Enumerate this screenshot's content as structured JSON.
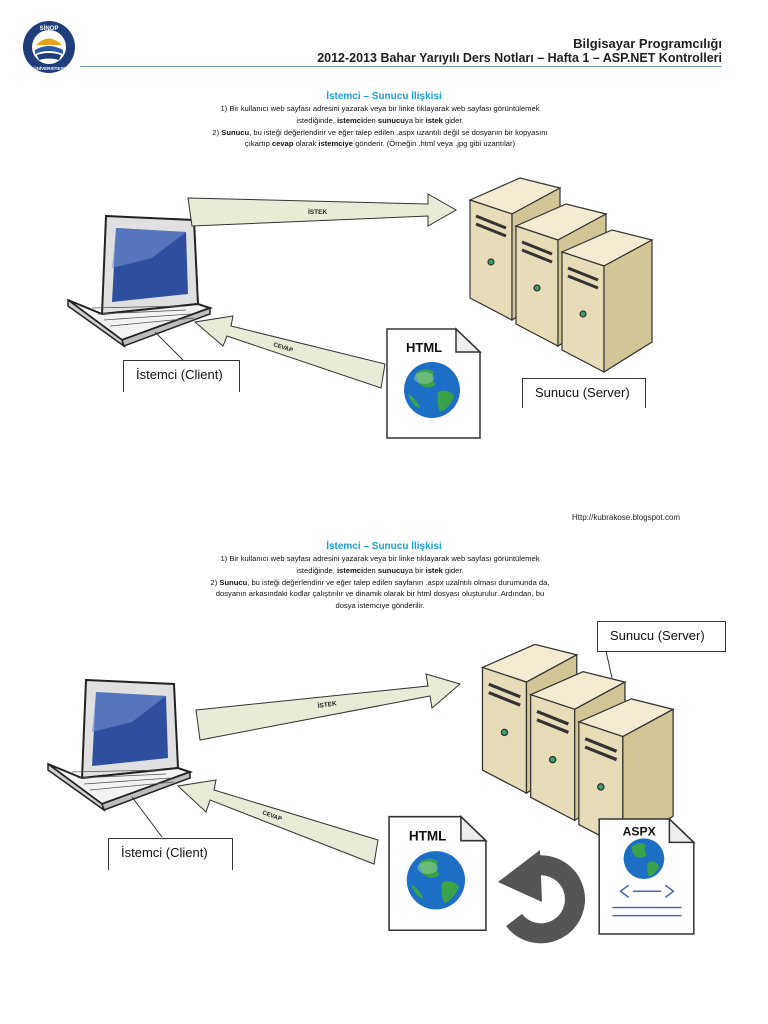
{
  "header": {
    "line1": "Bilgisayar Programcılığı",
    "line2": "2012-2013 Bahar Yarıyılı Ders Notları – Hafta 1 – ASP.NET Kontrolleri",
    "logo_top_text": "SİNOP",
    "logo_bottom_text": "ÜNİVERSİTESİ",
    "logo_year": "2007"
  },
  "section1": {
    "title": "İstemci – Sunucu İlişkisi",
    "p1_a": "1) Bir kullanıcı web sayfası adresini yazarak veya bir linke tıklayarak web sayfası görüntülemek",
    "p1_b1": "istediğinde, ",
    "p1_b2": "istemci",
    "p1_b3": "den ",
    "p1_b4": "sunucu",
    "p1_b5": "ya bir ",
    "p1_b6": "istek",
    "p1_b7": " gider.",
    "p2_a1": "2) ",
    "p2_a2": "Sunucu",
    "p2_a3": ", bu isteği değerlendirir ve eğer talep edilen .aspx uzantılı değil se dosyanın bir kopyasını",
    "p2_b1": "çıkartıp ",
    "p2_b2": "cevap",
    "p2_b3": " olarak ",
    "p2_b4": "istemciye",
    "p2_b5": " gönderir. (Örneğin .html veya .jpg gibi uzantılar)",
    "arrow_request": "İSTEK",
    "arrow_response": "CEVAP",
    "doc_label": "HTML",
    "client_label": "İstemci (Client)",
    "server_label": "Sunucu (Server)"
  },
  "footer_url": "Http://kubrakose.blogspot.com",
  "section2": {
    "title": "İstemci – Sunucu İlişkisi",
    "p1_a": "1) Bir kullanıcı web sayfası adresini yazarak veya bir linke tıklayarak web sayfası görüntülemek",
    "p1_b1": "istediğinde, ",
    "p1_b2": "istemci",
    "p1_b3": "den ",
    "p1_b4": "sunucu",
    "p1_b5": "ya bir ",
    "p1_b6": "istek",
    "p1_b7": " gider.",
    "p2_a1": "2) ",
    "p2_a2": "Sunucu",
    "p2_a3": ", bu isteği değerlendirir ve eğer talep edilen sayfanın .aspx uzalntılı olması durumunda da,",
    "p2_b": "dosyanın arkasındaki kodlar çalıştırılır ve dinamik olarak bir html dosyası oluşturulur. Ardından, bu",
    "p2_c": "dosya istemciye gönderilir.",
    "arrow_request": "İSTEK",
    "arrow_response": "CEVAP",
    "doc_label": "HTML",
    "doc2_label": "ASPX",
    "client_label": "İstemci (Client)",
    "server_label": "Sunucu (Server)"
  }
}
